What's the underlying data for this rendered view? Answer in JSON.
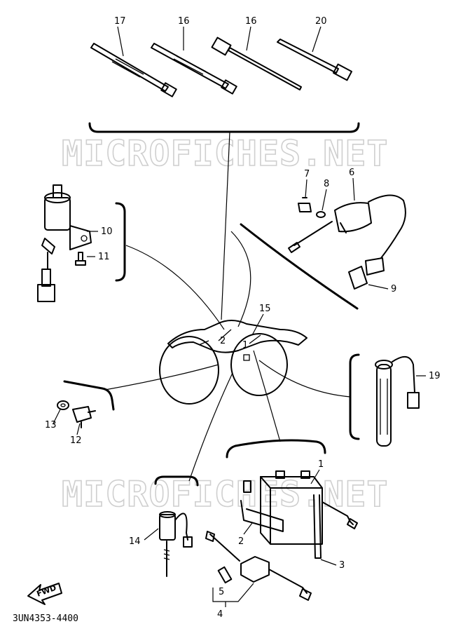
{
  "watermarks": [
    "MICROFICHES.NET",
    "MICROFICHES.NET"
  ],
  "diagram_code": "3UN4353-4400",
  "fwd_label": "FWD",
  "callouts": {
    "p1": "1",
    "p2": "2",
    "p3": "3",
    "p4": "4",
    "p5": "5",
    "p6": "6",
    "p7": "7",
    "p8": "8",
    "p9": "9",
    "p10": "10",
    "p11": "11",
    "p12": "12",
    "p13": "13",
    "p14": "14",
    "p15": "15",
    "p16a": "16",
    "p16b": "16",
    "p17": "17",
    "p19": "19",
    "p20": "20"
  }
}
